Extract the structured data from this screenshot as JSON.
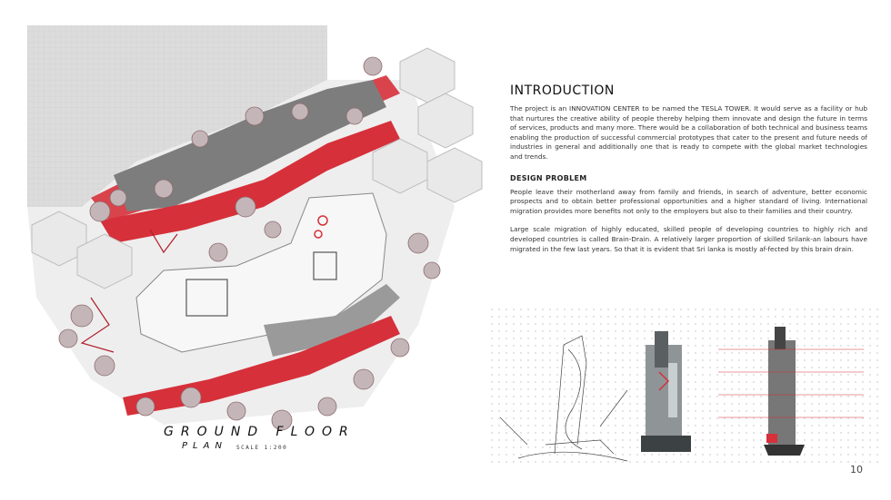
{
  "intro": {
    "heading": "INTRODUCTION",
    "body": "The project is an INNOVATION CENTER to be named the TESLA TOWER. It would serve as a facility or hub that nurtures the creative ability of people thereby helping them innovate and design the future in terms of services, products and many more. There would be a collaboration of both technical and business teams enabling the production of successful commercial prototypes that cater to the present and future needs of industries in general and additionally one that is ready to compete with the global market technologies and trends."
  },
  "design_problem": {
    "heading": "DESIGN PROBLEM",
    "para1": "People leave their motherland away from family and friends, in search of adventure, better economic prospects and to obtain better professional opportunities and a higher standard of living. International migration provides more benefits not only to the employers but also to their families and their country.",
    "para2": "Large scale migration of highly educated, skilled people of developing countries to highly rich and developed countries is called Brain-Drain. A relatively larger proportion of skilled Srilank-an labours have migrated in the few last years. So that it is evident that Sri lanka is mostly af-fected by this brain drain."
  },
  "plan": {
    "title": "GROUND FLOOR",
    "subtitle": "PLAN",
    "scale": "SCALE  1:200"
  },
  "page_number": "10",
  "colors": {
    "accent_red": "#d6303a",
    "gray": "#8a8a8a"
  }
}
